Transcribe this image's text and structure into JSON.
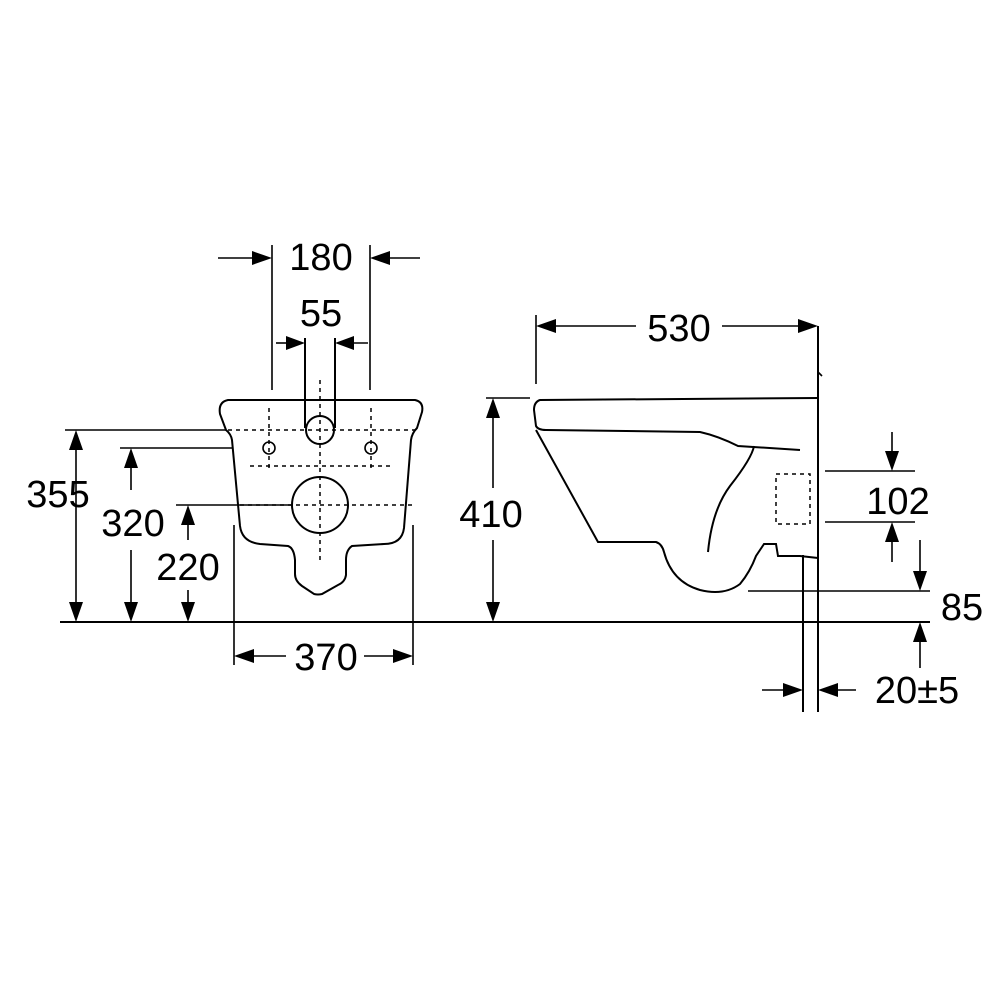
{
  "dimensions": {
    "front_width_top": "180",
    "pipe_width": "55",
    "height_355": "355",
    "height_320": "320",
    "height_220": "220",
    "front_width_bottom": "370",
    "side_height": "410",
    "side_length": "530",
    "inlet_height": "102",
    "outlet_height": "85",
    "wall_gap": "20±5"
  }
}
